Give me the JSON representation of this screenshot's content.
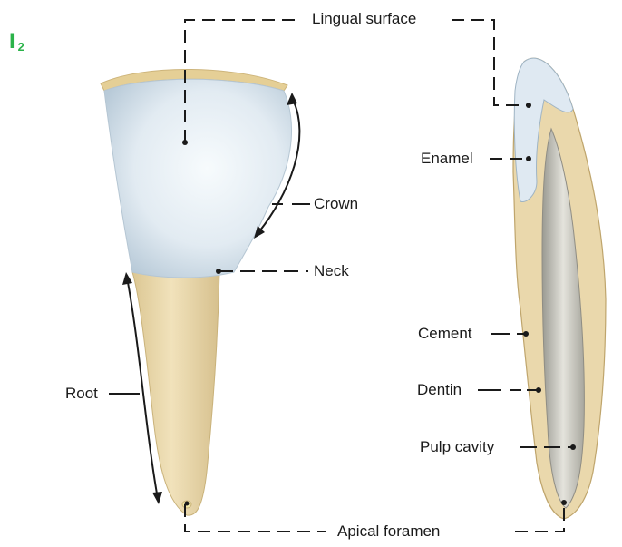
{
  "tooth_id": {
    "main": "I",
    "sub": "2"
  },
  "labels": {
    "lingual_surface": "Lingual surface",
    "enamel": "Enamel",
    "crown": "Crown",
    "neck": "Neck",
    "cement": "Cement",
    "dentin": "Dentin",
    "root": "Root",
    "pulp_cavity": "Pulp cavity",
    "apical_foramen": "Apical foramen"
  },
  "colors": {
    "enamel": "#dfe9f2",
    "root": "#ead8ac",
    "label_accent": "#2bb34a",
    "leader": "#1a1a1a"
  }
}
